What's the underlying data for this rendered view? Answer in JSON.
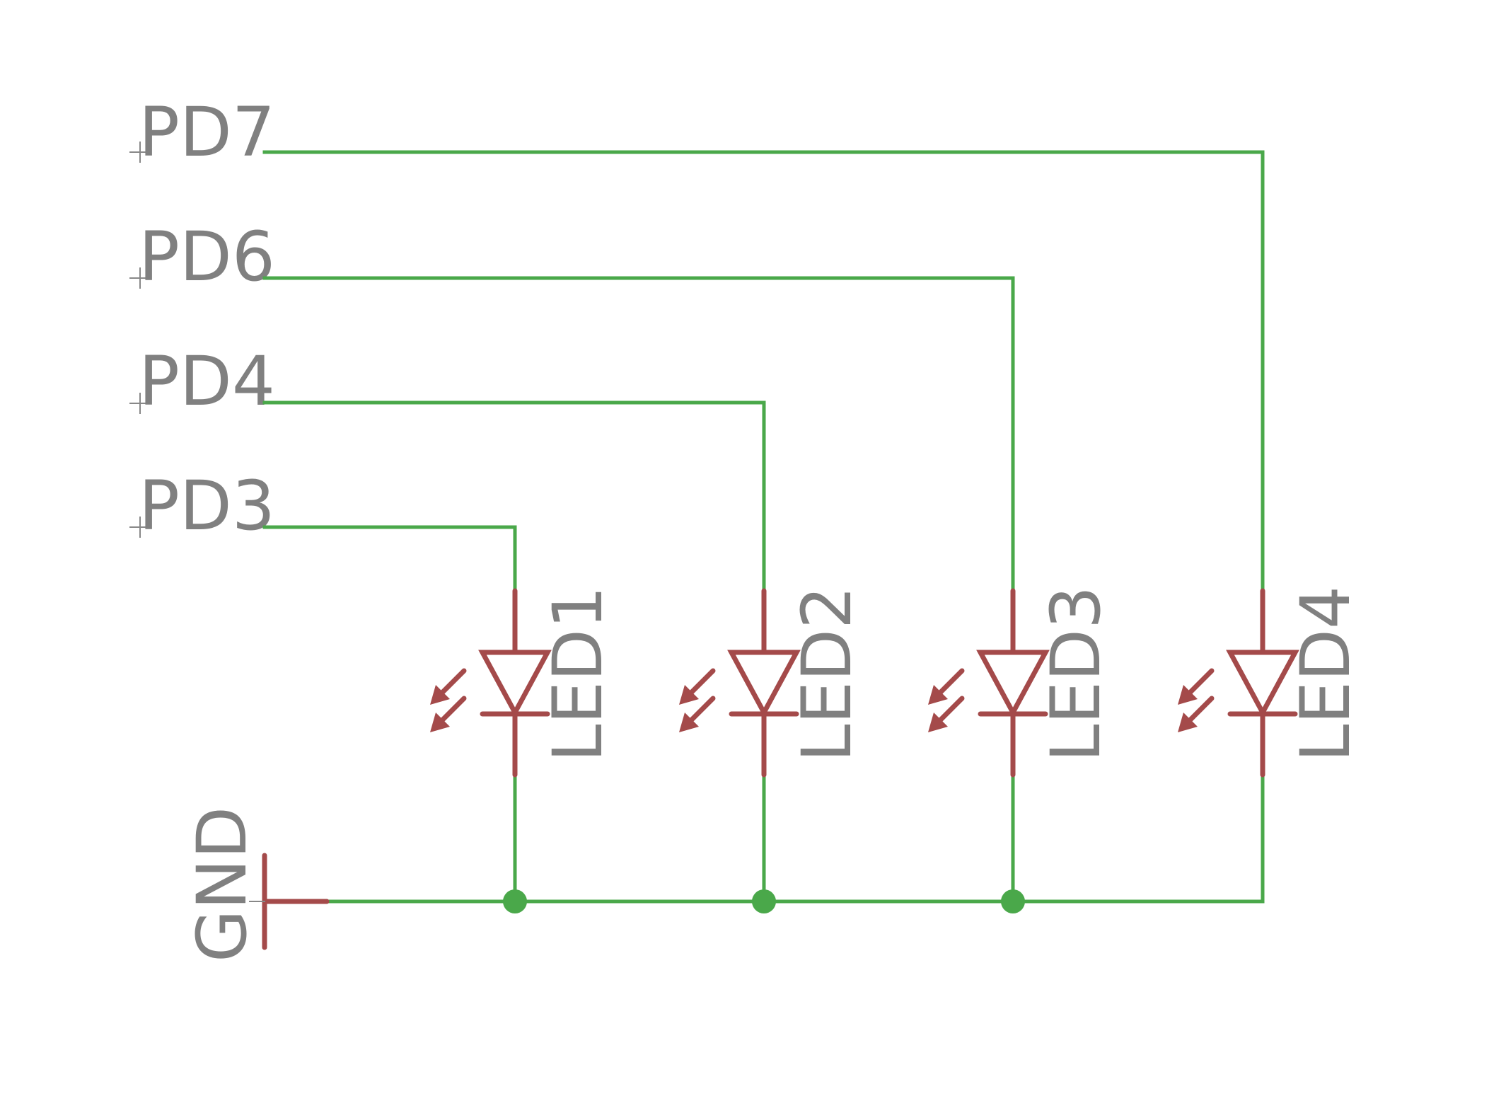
{
  "nets": [
    {
      "id": "pd7",
      "label": "PD7"
    },
    {
      "id": "pd6",
      "label": "PD6"
    },
    {
      "id": "pd4",
      "label": "PD4"
    },
    {
      "id": "pd3",
      "label": "PD3"
    }
  ],
  "leds": [
    {
      "id": "led1",
      "label": "LED1"
    },
    {
      "id": "led2",
      "label": "LED2"
    },
    {
      "id": "led3",
      "label": "LED3"
    },
    {
      "id": "led4",
      "label": "LED4"
    }
  ],
  "ground": {
    "label": "GND"
  },
  "colors": {
    "wire": "#4aa84a",
    "part": "#a44a4a",
    "text": "#808080"
  }
}
